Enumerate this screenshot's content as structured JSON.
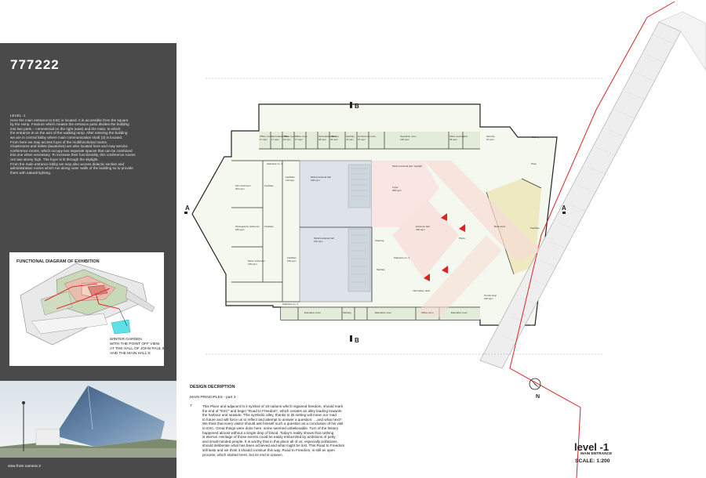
{
  "panel": {
    "title": "777222",
    "intro_lines": [
      "LEVEL -1",
      "Here the main entrance to ESC is located. It is accessible from the square",
      "by the ramp. Fracture which creates the entrance patio divides the building",
      "into two parts – commercial on the right (east) and the main, to which",
      "the entrance is on the axis of the walking ramp. After entering the building",
      "we are in central lobby where main communication shaft (3) is located.",
      "From here we may access foyer of the multifunctional rooms.",
      "Cloakrooms and toilets (lavatories) are also located here and may service",
      "conference rooms, which occupy two separate spaces that can be combined",
      "into one when necessary. To increase their functionality, this conference rooms",
      "Are two storey high. The foyer is lit through the skylight.",
      "From the main entrance lobby we may also access didactic section and",
      "administration rooms which run along outer walls of the building so to provide",
      "them with natural lighting."
    ],
    "diagram_title": "FUNCTIONAL DIAGRAM OF EXHIBITION",
    "winter_garden_lines": [
      "WINTER GARDEN",
      "WITH THE POINT OFF VIEW",
      "AT THE HALL OF JOHN PAUL II",
      "AND THE MAIN HALL'S"
    ],
    "photo_caption": "view from camera 3"
  },
  "description": {
    "heading": "DESIGN DECRIPTION",
    "subheading": "MAIN PRINCIPLES - part 3",
    "number": "7",
    "lines": [
      "This Place and adjacent to it symbol of 19 nations which regained freedom, should mark",
      "the end of \"ESC\" and begin \"Road to Freedom\", which creates an alley leading towards",
      "the harbour and seaside. This symbolic alley, thanks to its setting will mean our road",
      "to future and will force us to reflect and attempt to answer a question: …and what next?",
      "We think that every visitor should ask himself such a question as a conclusion of his visit",
      "to ESC. Great things were done here, some seemed unbelievable. Turn of the history",
      "happened almost without a single drop of blood. Today's reality shows that nothing",
      "is eternal. Heritage of those events could be easily embezzled by ambitions of petty",
      "and small-minded people. It is worthy that in this place all of us, especially politicians,",
      "should deliberate what has been achieved and what might be lost. This Road to Freedom",
      "still lasts and we think it should continue this way.  Road to Freedom, is still an open",
      "process, which started Here, but its end is unseen."
    ]
  },
  "sheet": {
    "level": "level -1",
    "subtitle": "MAIN ENTRANCE",
    "scale": "SCALE: 1:200"
  },
  "plan": {
    "section_labels": {
      "a": "A",
      "b": "B",
      "north": "N"
    },
    "rooms": [
      {
        "name": "Office room",
        "area": "17 sqm"
      },
      {
        "name": "Secretariat office",
        "area": "17 sqm"
      },
      {
        "name": "Office room",
        "area": "16 sqm"
      },
      {
        "name": "Office room",
        "area": "17 sqm"
      },
      {
        "name": "Secretariat office",
        "area": "28 sqm"
      },
      {
        "name": "Sanitary",
        "area": "24 sqm"
      },
      {
        "name": "Sanitary",
        "area": "24 sqm"
      },
      {
        "name": "Conference room",
        "area": "37 sqm"
      },
      {
        "name": "Operation room",
        "area": "135 sqm"
      },
      {
        "name": "Office secretariat",
        "area": "36 sqm"
      },
      {
        "name": "Security",
        "area": "19 sqm"
      },
      {
        "name": "Staircase no. 1",
        "area": ""
      },
      {
        "name": "Film workroom",
        "area": "263 sqm"
      },
      {
        "name": "Facilities",
        "area": ""
      },
      {
        "name": "Facilities",
        "area": "119 sqm"
      },
      {
        "name": "Multi-functional hall",
        "area": "168 sqm"
      },
      {
        "name": "Multi-functional hall / skylight",
        "area": ""
      },
      {
        "name": "Foyer",
        "area": "368 sqm"
      },
      {
        "name": "Photography workroom",
        "area": "183 sqm"
      },
      {
        "name": "Facilities",
        "area": ""
      },
      {
        "name": "Multi-functional hall",
        "area": "165 sqm"
      },
      {
        "name": "Entrance hall",
        "area": "436 sqm"
      },
      {
        "name": "Plaza",
        "area": ""
      },
      {
        "name": "Music workroom",
        "area": "135 sqm"
      },
      {
        "name": "Facilities",
        "area": "139 sqm"
      },
      {
        "name": "Catering",
        "area": ""
      },
      {
        "name": "Staircase no. 3",
        "area": ""
      },
      {
        "name": "Sanitary",
        "area": ""
      },
      {
        "name": "Information desk",
        "area": ""
      },
      {
        "name": "Staircase no. 4",
        "area": ""
      },
      {
        "name": "Education room",
        "area": ""
      },
      {
        "name": "Sanitary",
        "area": ""
      },
      {
        "name": "Education room",
        "area": ""
      },
      {
        "name": "Office room",
        "area": ""
      },
      {
        "name": "Education room",
        "area": ""
      },
      {
        "name": "Tourist shop",
        "area": "130 sqm"
      },
      {
        "name": "Shop",
        "area": ""
      },
      {
        "name": "Book store",
        "area": ""
      },
      {
        "name": "Facilities",
        "area": ""
      },
      {
        "name": "Gallery",
        "area": ""
      }
    ]
  }
}
